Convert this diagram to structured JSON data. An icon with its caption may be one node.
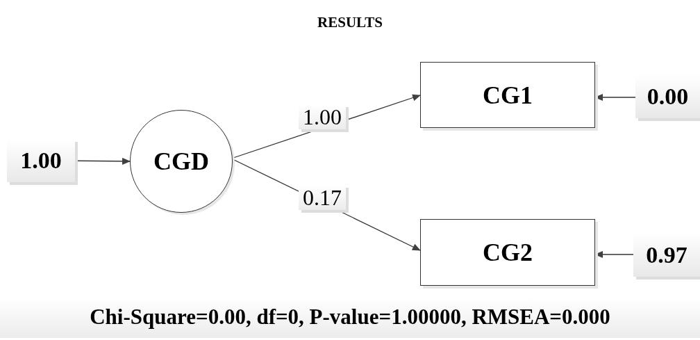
{
  "diagram": {
    "title": "RESULTS",
    "nodes": [
      {
        "text": [
          "1.00"
        ]
      },
      {
        "text": [
          "CGD"
        ]
      },
      {
        "text": [
          "CG1"
        ]
      },
      {
        "text": [
          "0.00"
        ]
      },
      {
        "text": [
          "CG2"
        ]
      },
      {
        "text": [
          "0.97"
        ]
      }
    ],
    "edges": [
      {
        "from": 0,
        "to": 1,
        "arrow": "to"
      },
      {
        "from": 1,
        "to": 2,
        "arrow": "to",
        "label": "1.00"
      },
      {
        "from": 1,
        "to": 4,
        "arrow": "to",
        "label": "0.17"
      },
      {
        "from": 3,
        "to": 2,
        "arrow": "to"
      },
      {
        "from": 5,
        "to": 4,
        "arrow": "to"
      }
    ],
    "labels": [
      "Chi-Square=0.00, df=0, P-value=1.00000, RMSEA=0.000"
    ]
  }
}
